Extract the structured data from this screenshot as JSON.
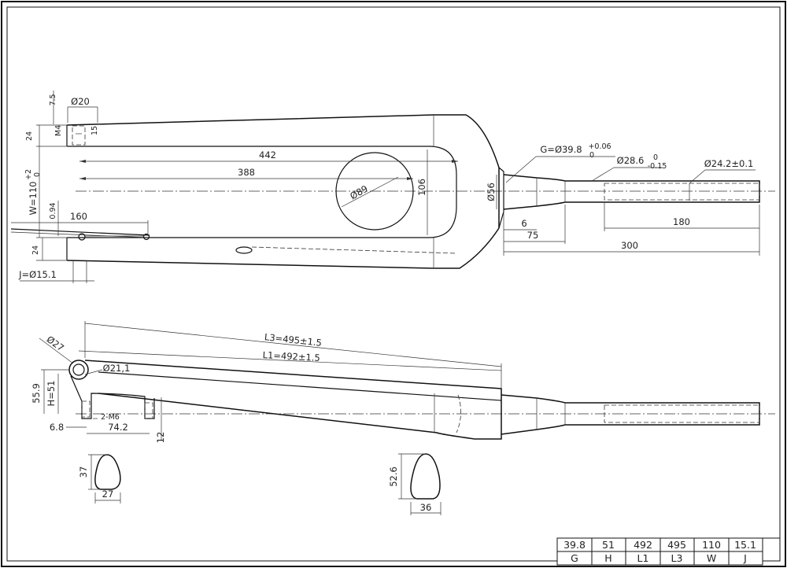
{
  "dimensions": {
    "top_view": {
      "d_7_5": "7.5",
      "d_dia20": "Ø20",
      "d_24_top": "24",
      "d_m4": "M4",
      "d_15": "15",
      "d_442": "442",
      "d_388": "388",
      "d_dia89": "Ø89",
      "d_106": "106",
      "d_w": "W=110",
      "d_w_tol_upper": "+2",
      "d_w_tol_lower": "0",
      "d_0_94": "0.94",
      "d_160": "160",
      "d_24_bottom": "24",
      "d_j": "J=Ø15.1",
      "d_g": "G=Ø39.8",
      "d_g_tol_upper": "+0.06",
      "d_g_tol_lower": "0",
      "d_dia56": "Ø56",
      "d_dia28_6": "Ø28.6",
      "d_28_6_tol_upper": "0",
      "d_28_6_tol_lower": "-0.15",
      "d_dia24_2": "Ø24.2±0.1",
      "d_6": "6",
      "d_75": "75",
      "d_180": "180",
      "d_300": "300"
    },
    "side_view": {
      "d_dia27": "Ø27",
      "d_l3": "L3=495±1.5",
      "d_l1": "L1=492±1.5",
      "d_dia21_1": "Ø21,1",
      "d_55_9": "55.9",
      "d_h": "H=51",
      "d_2_m6": "2-M6",
      "d_6_8": "6.8",
      "d_74_2": "74.2",
      "d_12": "12"
    },
    "sections": {
      "d_37": "37",
      "d_27": "27",
      "d_52_6": "52.6",
      "d_36": "36"
    }
  },
  "spec_table": {
    "values": [
      "39.8",
      "51",
      "492",
      "495",
      "110",
      "15.1"
    ],
    "labels": [
      "G",
      "H",
      "L1",
      "L3",
      "W",
      "J"
    ]
  }
}
